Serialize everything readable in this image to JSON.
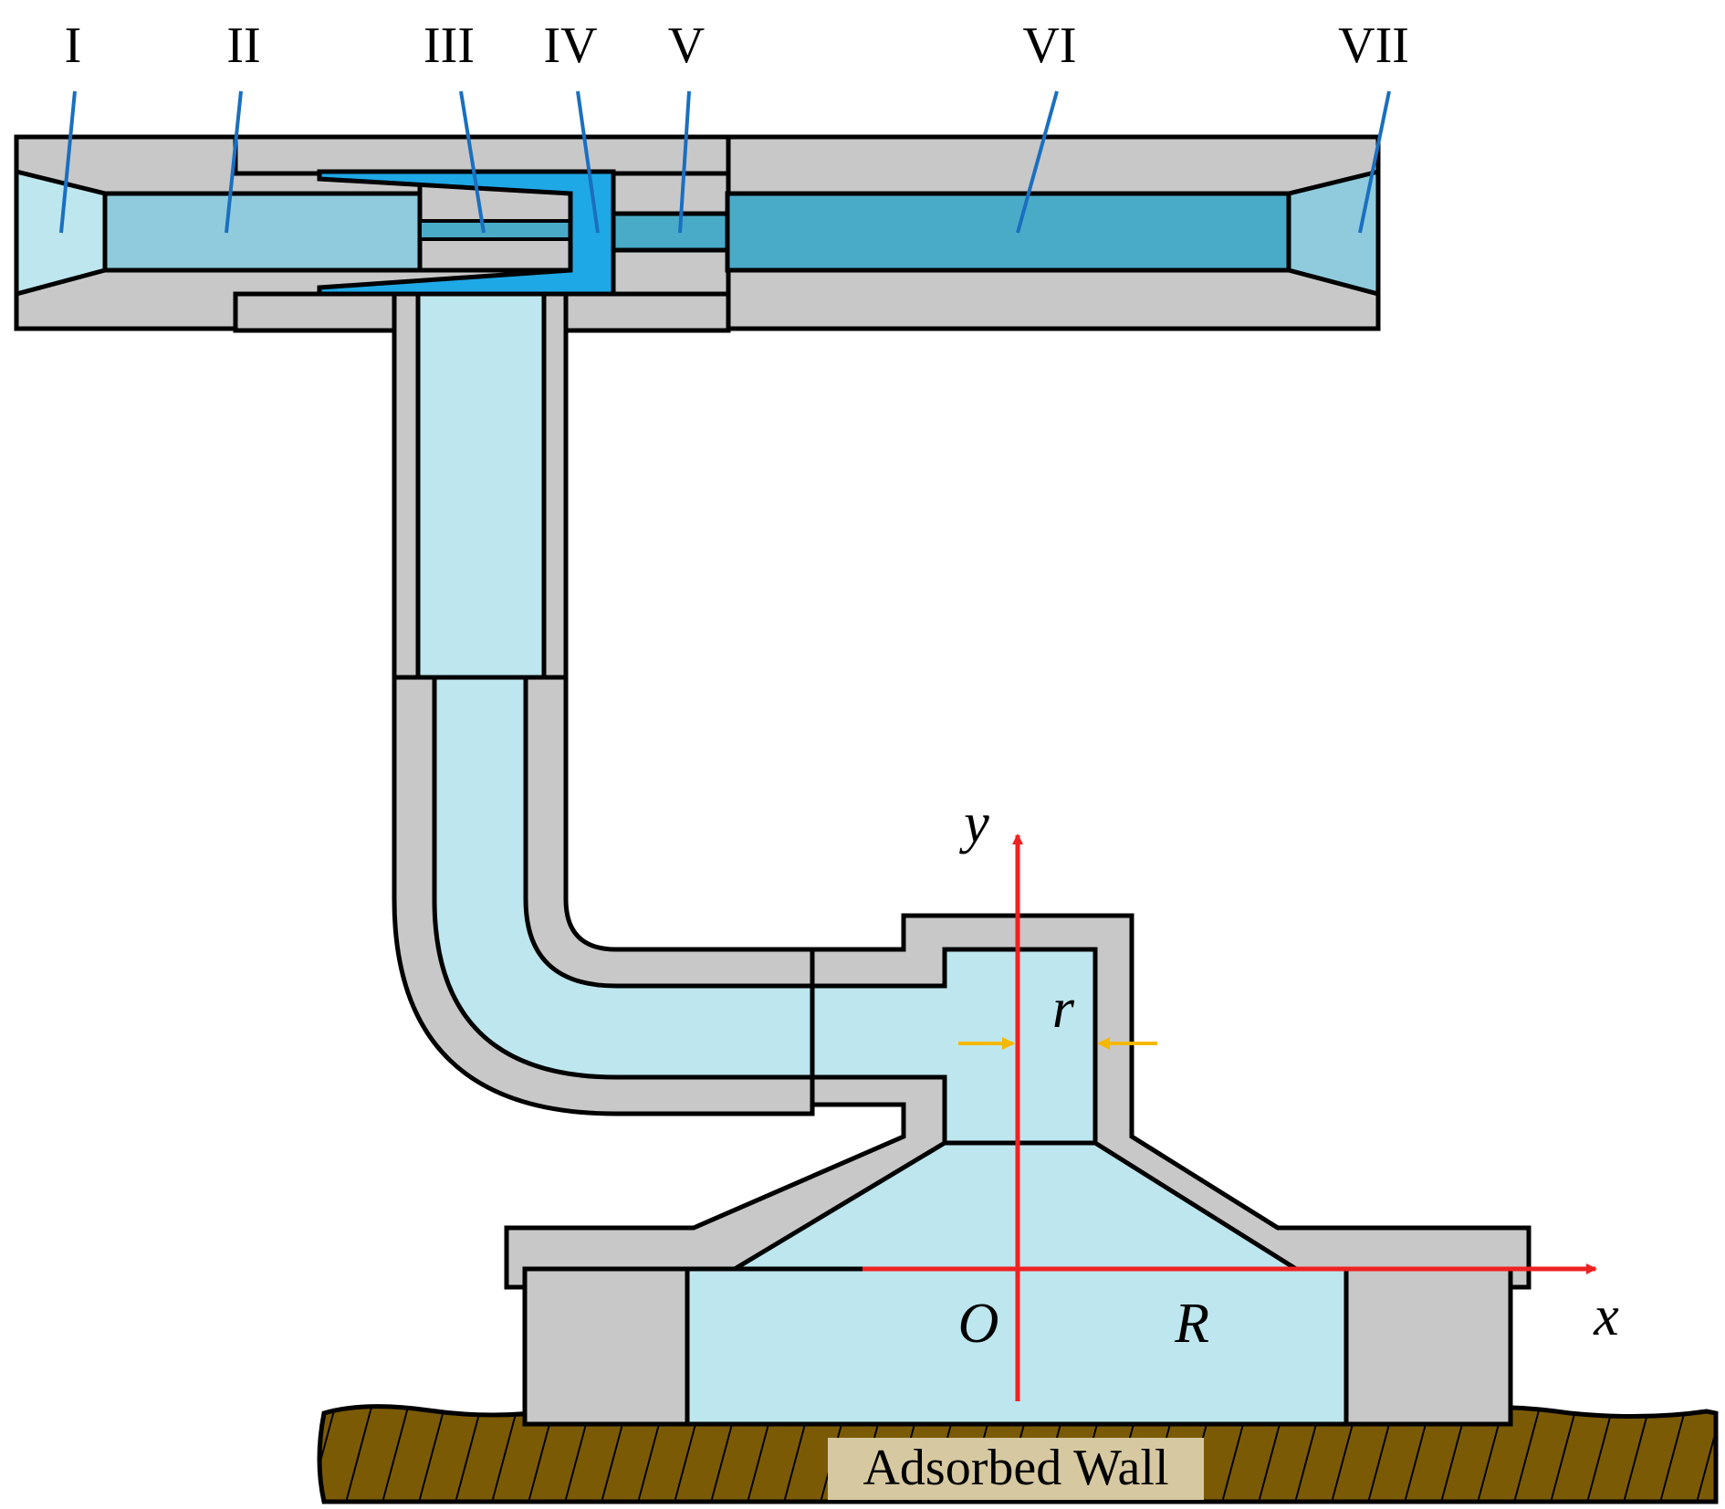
{
  "labels": {
    "I": "I",
    "II": "II",
    "III": "III",
    "IV": "IV",
    "V": "V",
    "VI": "VI",
    "VII": "VII"
  },
  "axes": {
    "y": "y",
    "x": "x",
    "origin": "O",
    "r": "r",
    "R": "R"
  },
  "wall": {
    "label": "Adsorbed Wall"
  },
  "colors": {
    "wall_gray": "#c8c8c8",
    "fluid_light": "#bde6ee",
    "fluid_mid": "#8fcbdc",
    "fluid_dark": "#4aabc8",
    "fluid_bright": "#1fa8e6",
    "axis_red": "#ee2222",
    "arrow_yellow": "#f5b800",
    "ground_brown": "#7a5a05",
    "wall_label_bg": "#d6c8a0",
    "leader_blue": "#1a6fc0"
  }
}
